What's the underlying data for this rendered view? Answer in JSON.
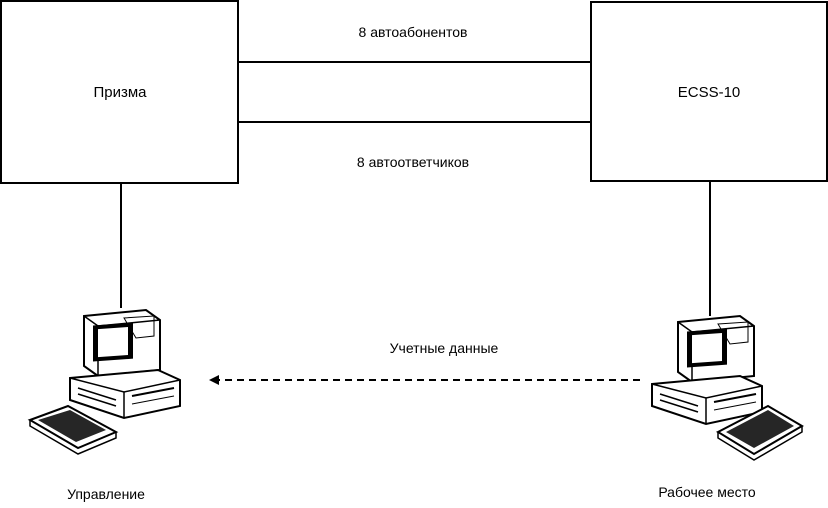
{
  "diagram": {
    "nodes": {
      "prizma": {
        "label": "Призма"
      },
      "ecss": {
        "label": "ECSS-10"
      },
      "management_pc": {
        "label": "Управление",
        "icon": "computer-icon"
      },
      "workstation_pc": {
        "label": "Рабочее место",
        "icon": "computer-icon"
      }
    },
    "links": {
      "subscribers": {
        "label": "8 автоабонентов"
      },
      "answerers": {
        "label": "8 автоответчиков"
      },
      "credentials": {
        "label": "Учетные данные",
        "style": "dashed-arrow"
      }
    }
  }
}
